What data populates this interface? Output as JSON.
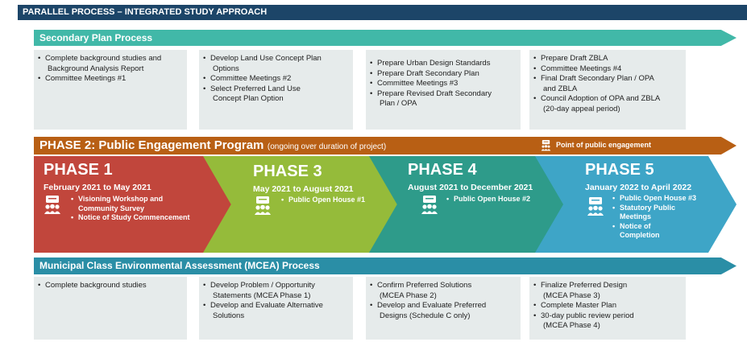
{
  "header": {
    "title": "PARALLEL PROCESS – INTEGRATED STUDY APPROACH"
  },
  "secondary": {
    "title": "Secondary Plan Process",
    "boxes": [
      {
        "items": [
          "Complete background studies and",
          "Background Analysis Report",
          "Committee Meetings #1"
        ]
      },
      {
        "items": [
          "Develop Land Use Concept Plan",
          "Options",
          "Committee Meetings #2",
          "Select Preferred Land Use",
          "Concept Plan Option"
        ]
      },
      {
        "items": [
          "Prepare Urban Design Standards",
          "Prepare Draft Secondary Plan",
          "Committee Meetings #3",
          "Prepare Revised Draft Secondary",
          "Plan / OPA"
        ]
      },
      {
        "items": [
          "Prepare Draft ZBLA",
          "Committee Meetings #4",
          "Final Draft Secondary Plan / OPA",
          "and ZBLA",
          "Council Adoption of OPA and ZBLA",
          "(20-day appeal period)"
        ]
      }
    ]
  },
  "phase2": {
    "title": "PHASE 2: Public Engagement Program",
    "subtitle": "(ongoing over duration of project)",
    "legend": "Point of public engagement"
  },
  "phases": [
    {
      "name": "PHASE 1",
      "dates": "February 2021 to May 2021",
      "items": [
        "Visioning Workshop and",
        "Community Survey",
        "Notice of Study Commencement"
      ]
    },
    {
      "name": "PHASE 3",
      "dates": "May 2021 to August 2021",
      "items": [
        "Public Open House #1"
      ]
    },
    {
      "name": "PHASE 4",
      "dates": "August 2021 to December 2021",
      "items": [
        "Public Open House #2"
      ]
    },
    {
      "name": "PHASE 5",
      "dates": "January 2022 to April 2022",
      "items": [
        "Public Open House #3",
        "Statutory Public",
        "Meetings",
        "Notice of",
        "Completion"
      ]
    }
  ],
  "mcea": {
    "title": "Municipal Class Environmental Assessment (MCEA) Process",
    "boxes": [
      {
        "items": [
          "Complete background studies"
        ]
      },
      {
        "items": [
          "Develop Problem / Opportunity",
          "Statements (MCEA Phase 1)",
          "Develop and Evaluate Alternative",
          "Solutions"
        ]
      },
      {
        "items": [
          "Confirm Preferred Solutions",
          "(MCEA Phase 2)",
          "Develop and Evaluate Preferred",
          "Designs (Schedule C only)"
        ]
      },
      {
        "items": [
          "Finalize Preferred Design",
          "(MCEA Phase 3)",
          "Complete Master Plan",
          "30-day public review period",
          "(MCEA Phase 4)"
        ]
      }
    ]
  },
  "colors": {
    "header": "#1c4568",
    "secondary": "#41b8a8",
    "engagement": "#b85f14",
    "phase1": "#c1463c",
    "phase3": "#95bb3a",
    "phase4": "#2e9b8a",
    "phase5": "#3ea5c7",
    "mcea": "#2a8ea6"
  },
  "icons": {
    "engagement": "people-group-icon"
  }
}
